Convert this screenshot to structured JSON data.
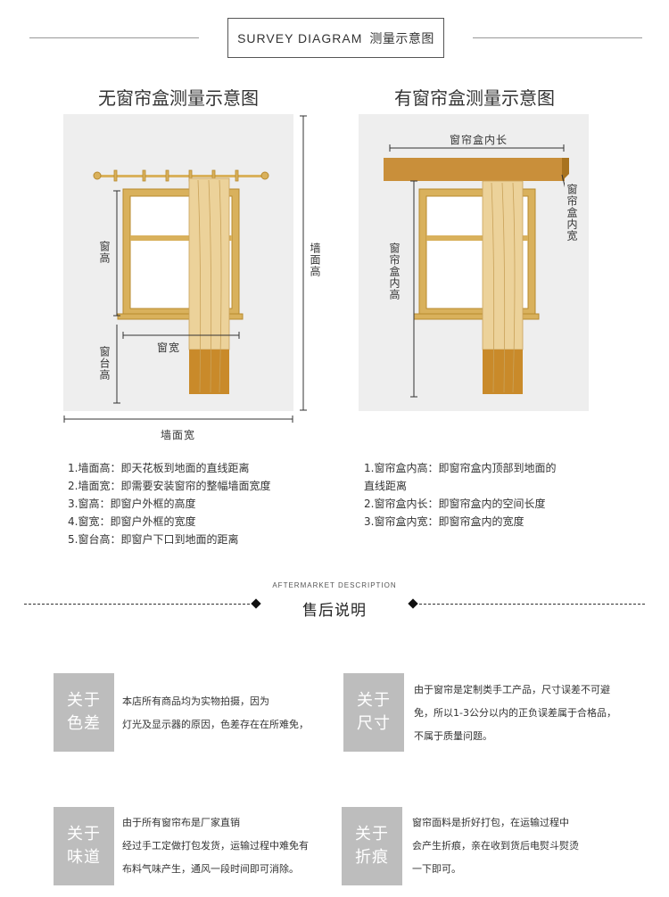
{
  "header": {
    "title_en": "SURVEY DIAGRAM",
    "title_cn": "测量示意图"
  },
  "diagram_left": {
    "title": "无窗帘盒测量示意图",
    "label_window_height": "窗高",
    "label_window_width": "窗宽",
    "label_sill_height": "窗台高",
    "label_wall_height": "墙面高",
    "label_wall_width": "墙面宽"
  },
  "diagram_right": {
    "title": "有窗帘盒测量示意图",
    "label_box_length": "窗帘盒内长",
    "label_box_width": "窗帘盒内宽",
    "label_box_height": "窗帘盒内高"
  },
  "notes_left": [
    "1.墙面高：即天花板到地面的直线距离",
    "2.墙面宽：即需要安装窗帘的整幅墙面宽度",
    "3.窗高：即窗户外框的高度",
    "4.窗宽：即窗户外框的宽度",
    "5.窗台高：即窗户下口到地面的距离"
  ],
  "notes_right": [
    "1.窗帘盒内高：即窗帘盒内顶部到地面的",
    "直线距离",
    "2.窗帘盒内长：即窗帘盒内的空间长度",
    "3.窗帘盒内宽：即窗帘盒内的宽度"
  ],
  "aftersales": {
    "title_en": "AFTERMARKET DESCRIPTION",
    "title_cn": "售后说明",
    "cards": [
      {
        "tag_line1": "关于",
        "tag_line2": "色差",
        "lines": [
          "本店所有商品均为实物拍摄，因为",
          "灯光及显示器的原因，色差存在在所难免，"
        ]
      },
      {
        "tag_line1": "关于",
        "tag_line2": "尺寸",
        "lines": [
          "由于窗帘是定制类手工产品，尺寸误差不可避",
          "免，所以1-3公分以内的正负误差属于合格品，",
          "不属于质量问题。"
        ]
      },
      {
        "tag_line1": "关于",
        "tag_line2": "味道",
        "lines": [
          "由于所有窗帘布是厂家直销",
          "经过手工定做打包发货，运输过程中难免有",
          "布料气味产生，通风一段时间即可消除。"
        ]
      },
      {
        "tag_line1": "关于",
        "tag_line2": "折痕",
        "lines": [
          "窗帘面料是折好打包，在运输过程中",
          "会产生折痕，亲在收到货后电熨斗熨烫",
          "一下即可。"
        ]
      }
    ]
  },
  "colors": {
    "frame": "#d9b15c",
    "frame_dark": "#b88a2e",
    "curtain": "#ecd29a",
    "curtain_hem": "#c98a2a",
    "box": "#c98f3a",
    "tag_bg": "#bdbdbd",
    "panel_bg": "#eeeeee"
  }
}
